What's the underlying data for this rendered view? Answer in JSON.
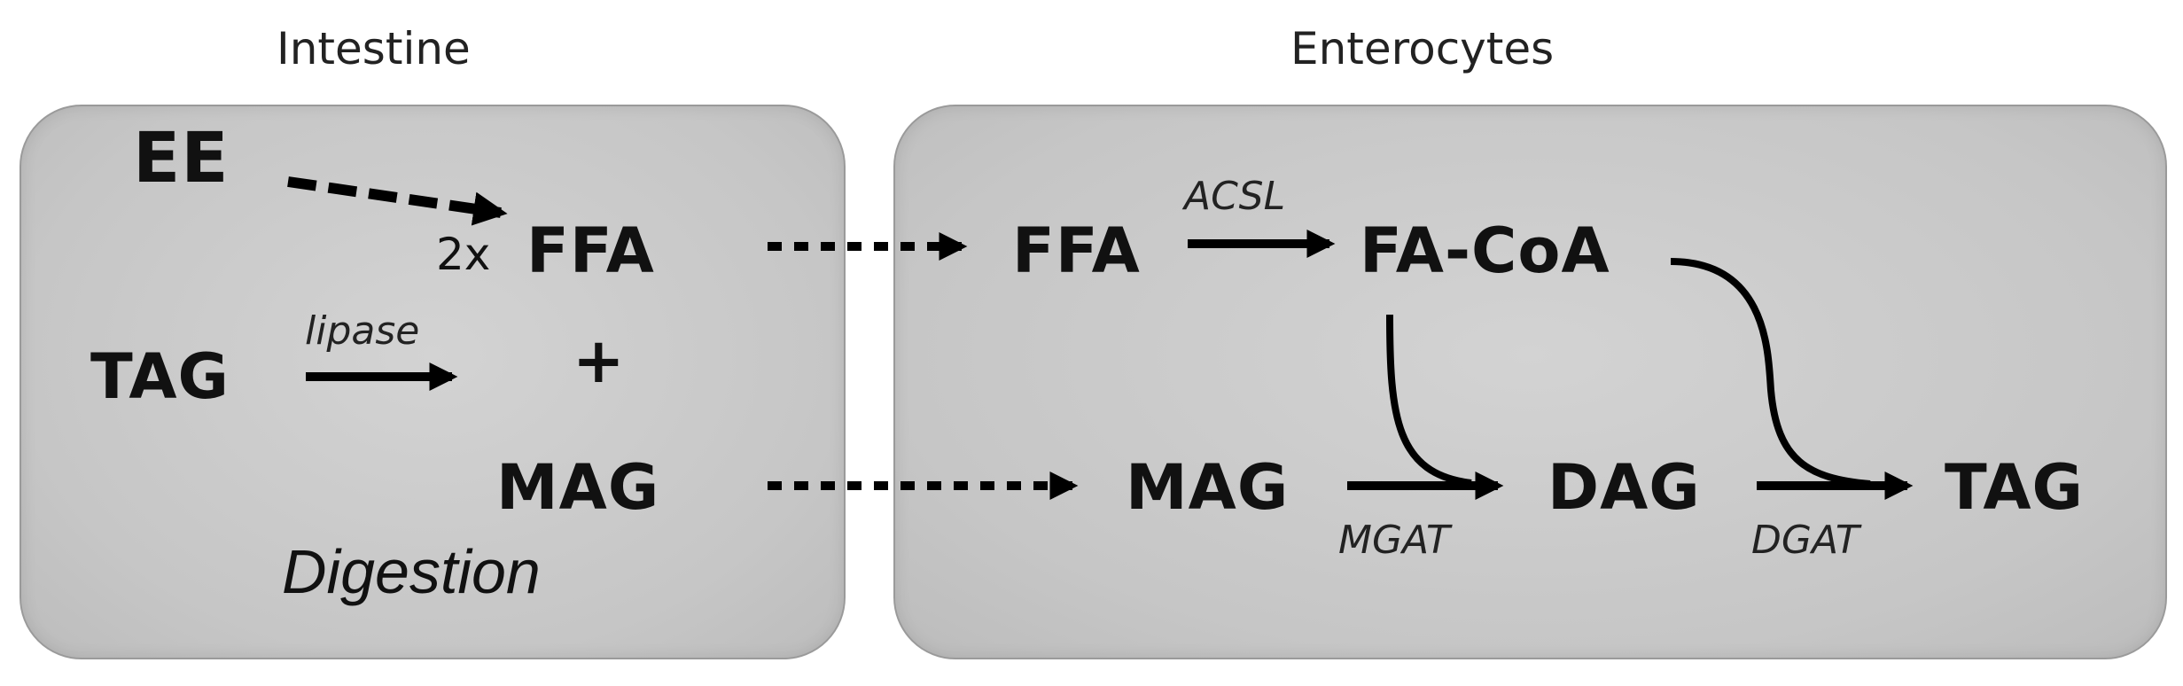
{
  "panels": {
    "intestine": {
      "title": "Intestine",
      "ee": "EE",
      "multiplier": "2x",
      "ffa": "FFA",
      "tag": "TAG",
      "lipase": "lipase",
      "plus": "+",
      "mag": "MAG",
      "caption": "Digestion"
    },
    "enterocytes": {
      "title": "Enterocytes",
      "ffa": "FFA",
      "acsl": "ACSL",
      "facoa": "FA-CoA",
      "mag": "MAG",
      "mgat": "MGAT",
      "dag": "DAG",
      "dgat": "DGAT",
      "tag": "TAG"
    }
  },
  "colors": {
    "panel_fill": "#c8c8c8",
    "text": "#111111",
    "arrow": "#000000"
  }
}
